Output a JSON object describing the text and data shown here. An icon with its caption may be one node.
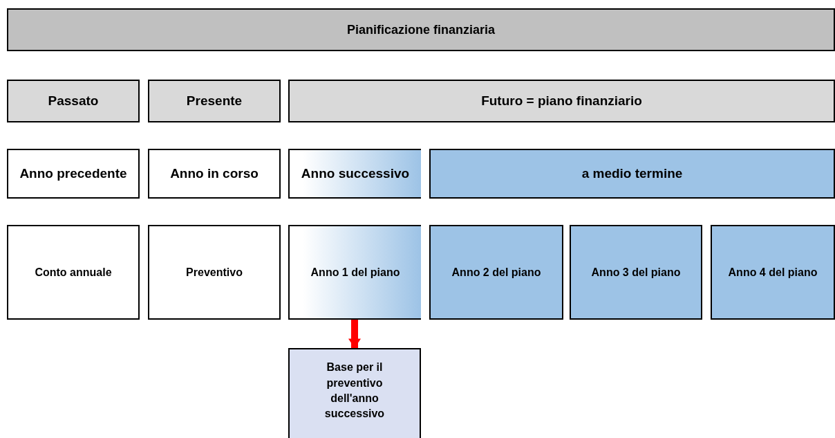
{
  "diagram": {
    "nodes": [
      {
        "text": [
          "Pianificazione finanziaria"
        ]
      },
      {
        "text": [
          "Passato"
        ]
      },
      {
        "text": [
          "Presente"
        ]
      },
      {
        "text": [
          "Futuro = piano finanziario"
        ]
      },
      {
        "text": [
          "Anno precedente"
        ]
      },
      {
        "text": [
          "Anno in corso"
        ]
      },
      {
        "text": [
          "Anno successivo"
        ]
      },
      {
        "text": [
          "a medio termine"
        ]
      },
      {
        "text": [
          "Conto annuale"
        ]
      },
      {
        "text": [
          "Preventivo"
        ]
      },
      {
        "text": [
          "Anno 1 del piano"
        ]
      },
      {
        "text": [
          "Anno 2 del piano"
        ]
      },
      {
        "text": [
          "Anno 3 del piano"
        ]
      },
      {
        "text": [
          "Anno 4 del piano"
        ]
      },
      {
        "text": [
          "Base per il preventivo dell'anno successivo"
        ]
      }
    ],
    "edges": [
      {
        "from": 10,
        "to": 14,
        "arrow": "to",
        "color": "#ff0000"
      }
    ]
  }
}
